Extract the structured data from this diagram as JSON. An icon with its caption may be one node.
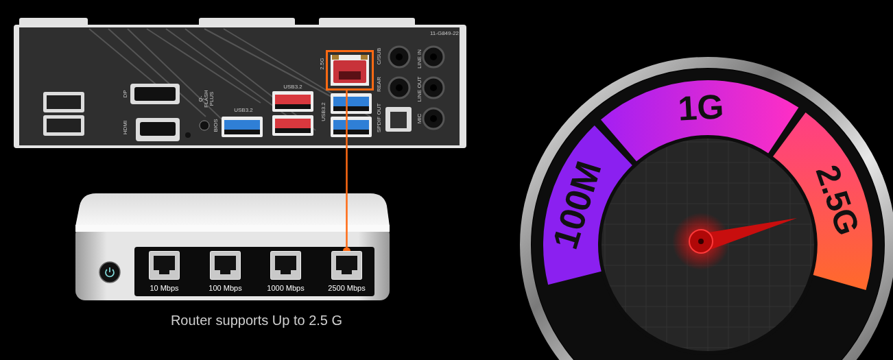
{
  "diagram": {
    "caption": "Router supports Up to 2.5 G",
    "nodes": [
      {
        "text": [],
        "shape": "box",
        "beside": [
          "2.5G"
        ]
      },
      {
        "text": [
          "10 Mbps"
        ]
      },
      {
        "text": [
          "100 Mbps"
        ]
      },
      {
        "text": [
          "1000 Mbps"
        ]
      },
      {
        "text": [
          "2500 Mbps"
        ]
      },
      {
        "text": [
          "100M"
        ]
      },
      {
        "text": [
          "1G"
        ]
      },
      {
        "text": [
          "2.5G"
        ]
      }
    ],
    "edges": [
      {
        "from": 0,
        "to": 4,
        "arrow": "other",
        "color": "#ff6a13"
      }
    ],
    "labels": [
      "11-G849-22",
      "DP",
      "HDMI",
      "Q-FLASH PLUS",
      "BIOS",
      "USB3.2",
      "USB3.2",
      "C/SUB",
      "REAR",
      "USB3.2",
      "SPDIF OUT",
      "LINE IN",
      "LINE OUT",
      "MIC"
    ]
  }
}
